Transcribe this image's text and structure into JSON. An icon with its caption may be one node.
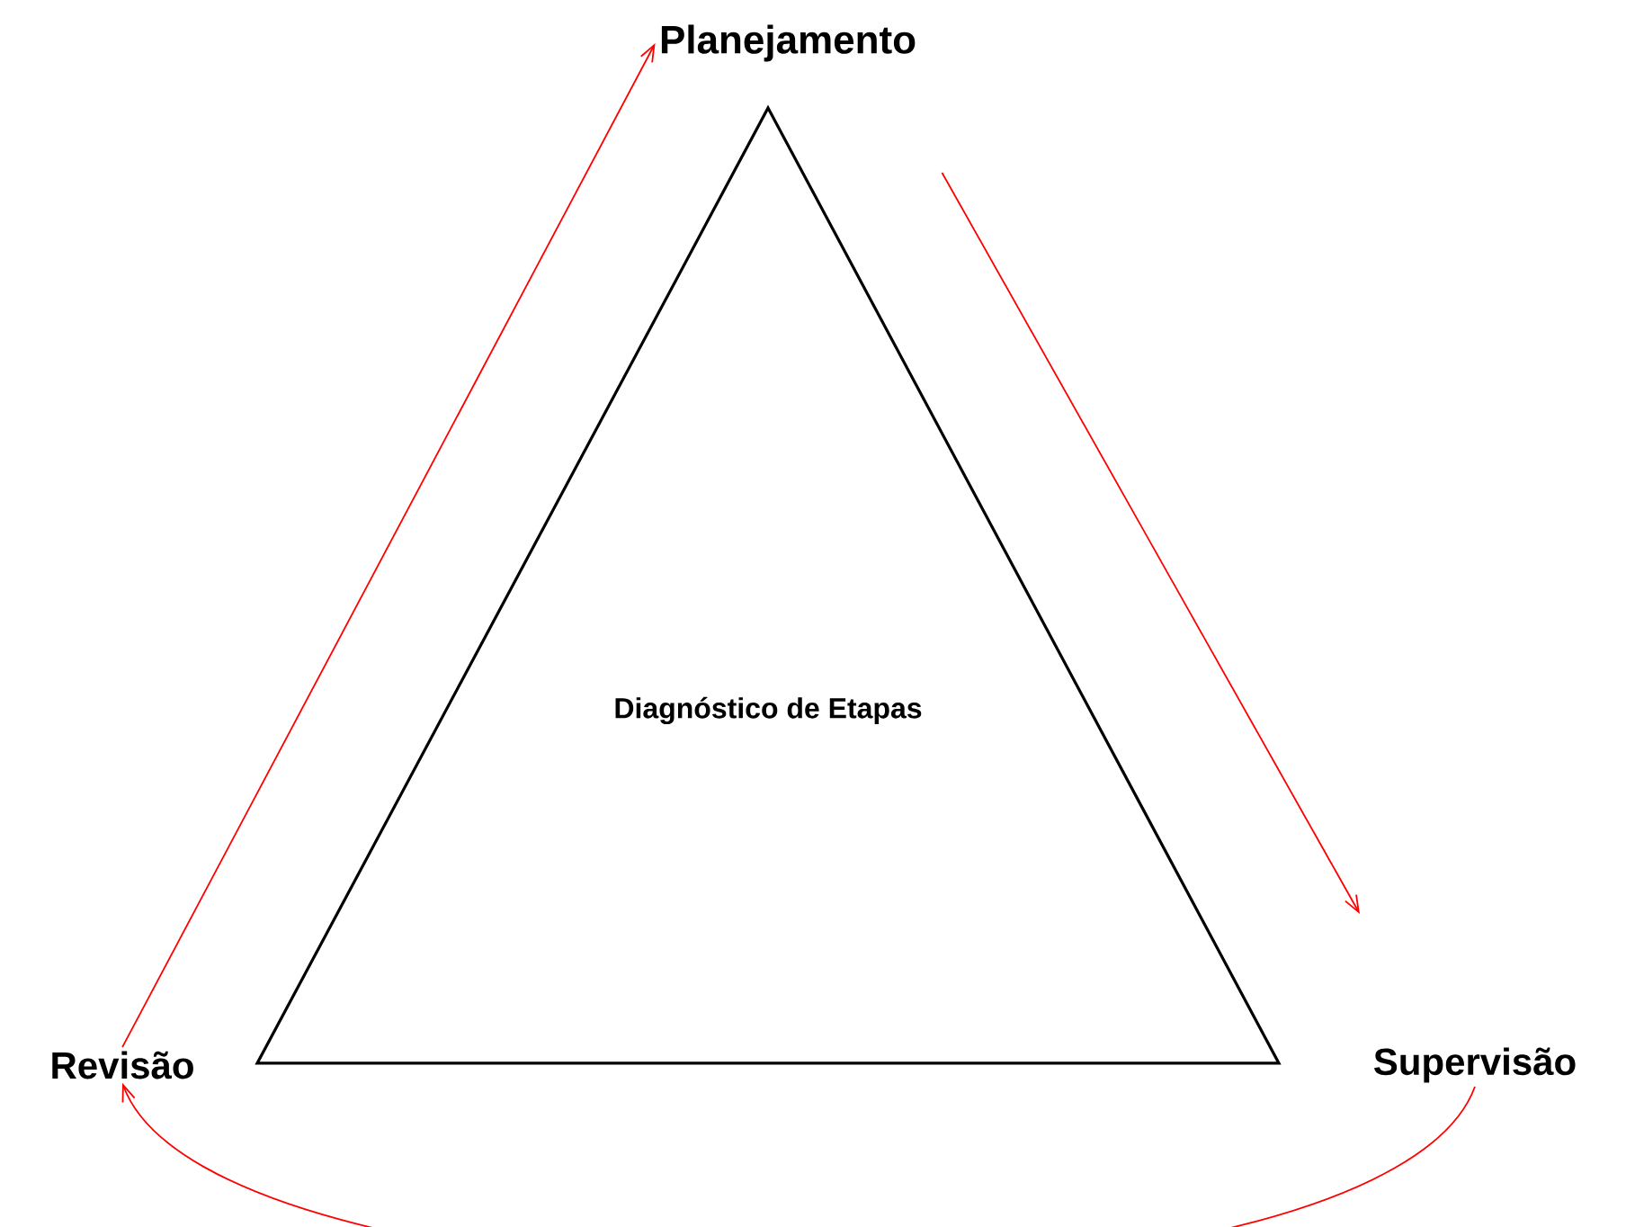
{
  "diagram": {
    "nodes": [
      {
        "text": [
          "Planejamento"
        ]
      },
      {
        "text": [
          "Supervisão"
        ]
      },
      {
        "text": [
          "Revisão"
        ]
      },
      {
        "text": [
          "Diagnóstico de Etapas"
        ]
      }
    ],
    "edges": [
      {
        "from": 0,
        "to": 1,
        "arrow": "to",
        "color": "#ff0000"
      },
      {
        "from": 1,
        "to": 2,
        "arrow": "to",
        "color": "#ff0000"
      },
      {
        "from": 2,
        "to": 0,
        "arrow": "to",
        "color": "#ff0000"
      }
    ]
  }
}
